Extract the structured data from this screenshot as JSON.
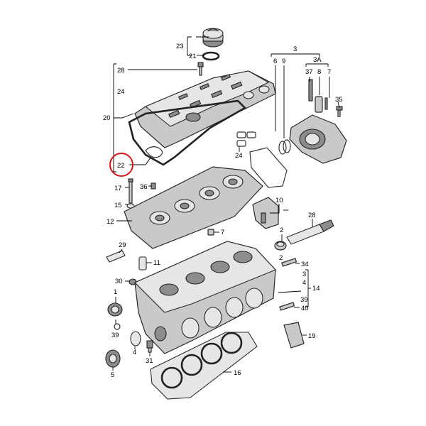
{
  "colors": {
    "highlight": "#d81414",
    "line": "#000000",
    "part_fill": "#c9c9c9"
  },
  "highlighted_label": "22",
  "labels": {
    "l23": "23",
    "l21": "21",
    "l3": "3",
    "l3A": "3A",
    "l6": "6",
    "l9": "9",
    "l37": "37",
    "l8": "8",
    "l7a": "7",
    "l28a": "28",
    "l24a": "24",
    "l20": "20",
    "l35": "35",
    "l22": "22",
    "l24b": "24",
    "l17": "17",
    "l36": "36",
    "l15": "15",
    "l10": "10",
    "l28b": "28",
    "l12": "12",
    "l2a": "2",
    "l7b": "7",
    "l29": "29",
    "l11": "11",
    "l2b": "2",
    "l34": "34",
    "l3b": "3",
    "l30": "30",
    "l4a": "4",
    "l14": "14",
    "l1": "1",
    "l39a": "39",
    "l40": "40",
    "l39b": "39",
    "l19": "19",
    "l4b": "4",
    "l31": "31",
    "l5": "5",
    "l16": "16"
  }
}
